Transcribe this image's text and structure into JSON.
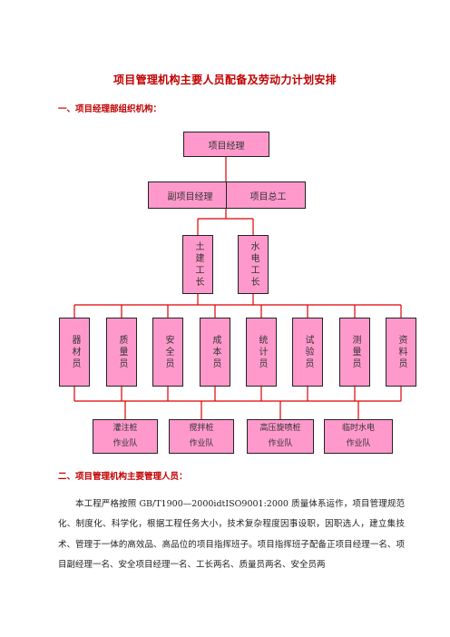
{
  "title": "项目管理机构主要人员配备及劳动力计划安排",
  "section1": "一、项目经理部组织机构：",
  "section2": "二、项目管理机构主要管理人员：",
  "org": {
    "top": "项目经理",
    "deputy": "副项目经理",
    "chief_engineer": "项目总工",
    "foremen": [
      "土建工长",
      "水电工长"
    ],
    "staff": [
      "器材员",
      "质量员",
      "安全员",
      "成本员",
      "统计员",
      "试验员",
      "测量员",
      "资料员"
    ],
    "teams": [
      {
        "line1": "灌注桩",
        "line2": "作业队"
      },
      {
        "line1": "搅拌桩",
        "line2": "作业队"
      },
      {
        "line1": "高压旋喷桩",
        "line2": "作业队"
      },
      {
        "line1": "临时水电",
        "line2": "作业队"
      }
    ]
  },
  "paragraph": "本工程严格按照 GB/T1900—2000idtISO9001:2000 质量体系运作，项目管理规范化、制度化、科学化，根据工程任务大小，技术复杂程度因事设职，因职选人，建立集技术、管理于一体的高效品、高品位的项目指挥班子。项目指挥班子配备正项目经理一名、项目副经理一名、安全项目经理一名、工长两名、质量员两名、安全员两",
  "colors": {
    "box_fill": "#ff99cc",
    "line": "#e00000",
    "title": "#c00000"
  }
}
